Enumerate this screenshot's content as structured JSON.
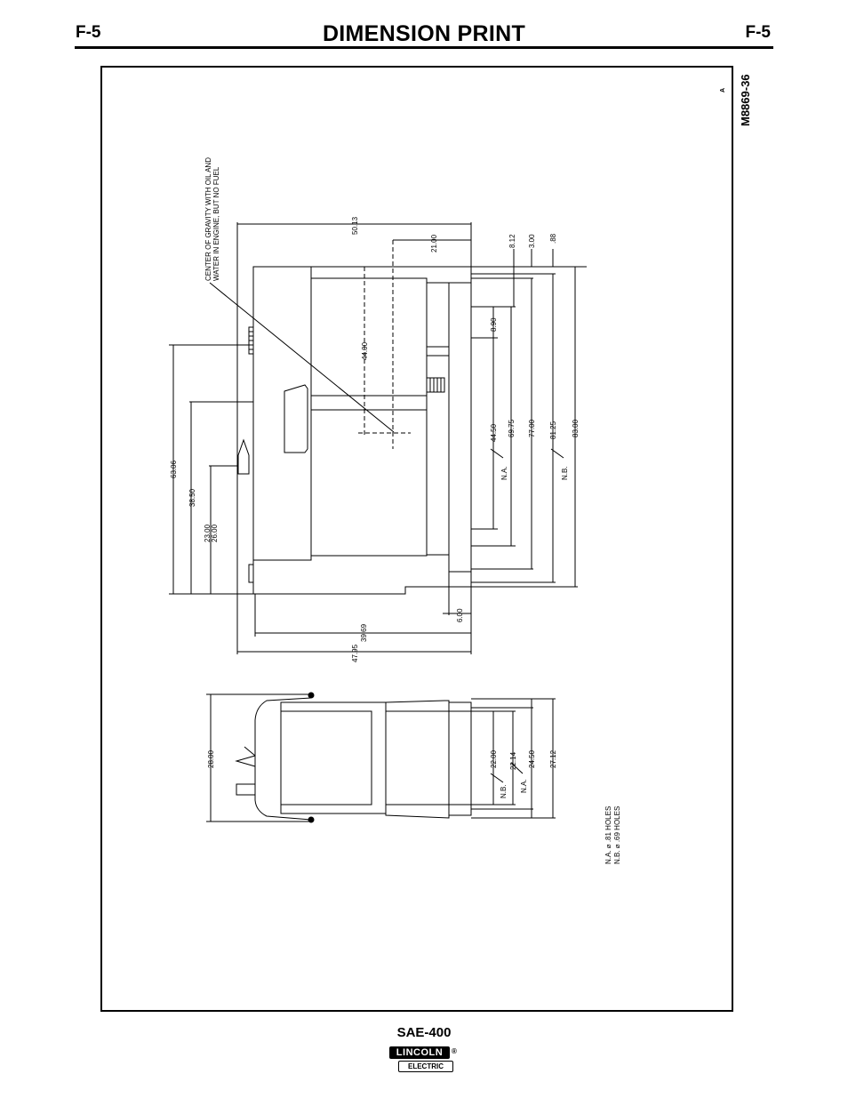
{
  "header": {
    "page_left": "F-5",
    "page_right": "F-5",
    "title": "DIMENSION PRINT"
  },
  "drawing": {
    "number": "M8869-36",
    "revision": "A",
    "cg_note_line1": "CENTER OF GRAVITY WITH OIL AND",
    "cg_note_line2": "WATER IN ENGINE, BUT NO FUEL",
    "side_view_dims": {
      "d50_13": "50.13",
      "d21_00": "21.00",
      "d8_12": "8.12",
      "d3_00": "3.00",
      "d0_88": ".88",
      "d44_00": "44.00",
      "d8_90": "8.90",
      "d44_50": "44.50",
      "d69_75": "69.75",
      "d77_00": "77.00",
      "d81_25": "81.25",
      "d83_00": "83.00",
      "na": "N.A.",
      "nb": "N.B.",
      "d63_06": "63.06",
      "d38_50": "38.50",
      "d23_00": "23.00",
      "d26_00": "26.00",
      "d6_00": "6.00",
      "d39_69": "39.69",
      "d47_95": "47.95"
    },
    "end_view_dims": {
      "d28_00": "28.00",
      "d22_00": "22.00",
      "d22_14": "22.14",
      "d24_50": "24.50",
      "d27_12": "27.12",
      "nb": "N.B.",
      "na": "N.A."
    },
    "notes": {
      "na_holes": "N.A. ⌀ .81 HOLES",
      "nb_holes": "N.B. ⌀ .69 HOLES"
    }
  },
  "footer": {
    "model": "SAE-400",
    "logo_top": "LINCOLN",
    "logo_bottom": "ELECTRIC",
    "logo_reg": "®"
  }
}
